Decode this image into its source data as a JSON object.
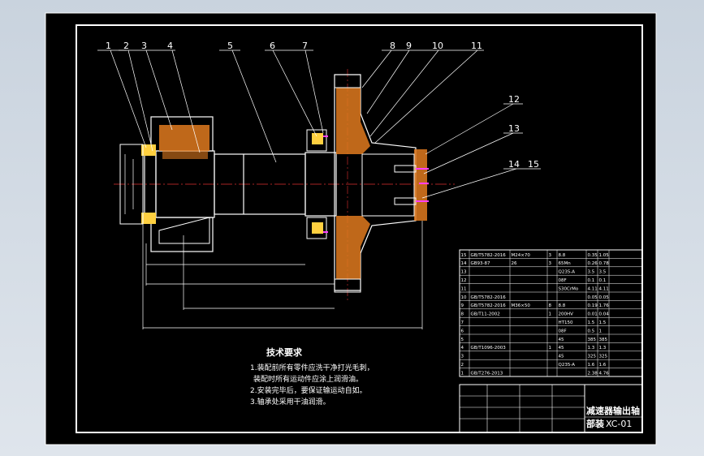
{
  "drawing": {
    "colors": {
      "background": "#000000",
      "frame": "#ffffff",
      "section_hatch": "#e07a1e",
      "center_line": "#e03030",
      "dimension": "#ffffff",
      "leader": "#ffffff",
      "fastener": "#ff40ff",
      "bearing": "#ffd040"
    },
    "part_numbers": [
      "1",
      "2",
      "3",
      "4",
      "5",
      "6",
      "7",
      "8",
      "9",
      "10",
      "11",
      "12",
      "13",
      "14",
      "15"
    ],
    "tech_requirements": {
      "title": "技术要求",
      "lines": [
        "1.装配前所有零件应洗干净打光毛刺，",
        "装配时所有运动件应涂上润滑油。",
        "2.安装完毕后，要保证输运动自如。",
        "3.轴承处采用干油润滑。"
      ]
    },
    "parts_list": [
      [
        "15",
        "GB/T5782-2016",
        "M24×70",
        "3",
        "8.8",
        "0.35",
        "1.05",
        ""
      ],
      [
        "14",
        "GB93-87",
        "26",
        "3",
        "65Mn",
        "0.26",
        "0.78",
        ""
      ],
      [
        "13",
        "",
        "",
        "",
        "Q235-A",
        "3.5",
        "3.5",
        ""
      ],
      [
        "12",
        "",
        "",
        "",
        "08F",
        "0.1",
        "0.1",
        ""
      ],
      [
        "11",
        "",
        "",
        "",
        "S30CrMo",
        "4.11",
        "4.11",
        ""
      ],
      [
        "10",
        "GB/T5782-2016",
        "",
        "",
        "",
        "0.05",
        "0.05",
        ""
      ],
      [
        "9",
        "GB/T5782-2016",
        "M36×50",
        "8",
        "8.8",
        "0.19",
        "1.76",
        ""
      ],
      [
        "8",
        "GB/T11-2002",
        "",
        "1",
        "200HV",
        "0.01",
        "0.04",
        ""
      ],
      [
        "7",
        "",
        "",
        "",
        "HT150",
        "1.5",
        "1.5",
        ""
      ],
      [
        "6",
        "",
        "",
        "",
        "08F",
        "0.5",
        "1",
        ""
      ],
      [
        "5",
        "",
        "",
        "",
        "45",
        "385",
        "385",
        ""
      ],
      [
        "4",
        "GB/T1096-2003",
        "",
        "1",
        "45",
        "1.3",
        "1.3",
        ""
      ],
      [
        "3",
        "",
        "",
        "",
        "45",
        "325",
        "325",
        ""
      ],
      [
        "2",
        "",
        "",
        "",
        "Q235-A",
        "1.6",
        "1.6",
        ""
      ],
      [
        "1",
        "GB/T276-2013",
        "",
        "",
        "",
        "2.38",
        "4.76",
        ""
      ]
    ],
    "title_block": {
      "name": "减速器输出轴",
      "subtitle": "部装",
      "code": "XC-01"
    }
  }
}
